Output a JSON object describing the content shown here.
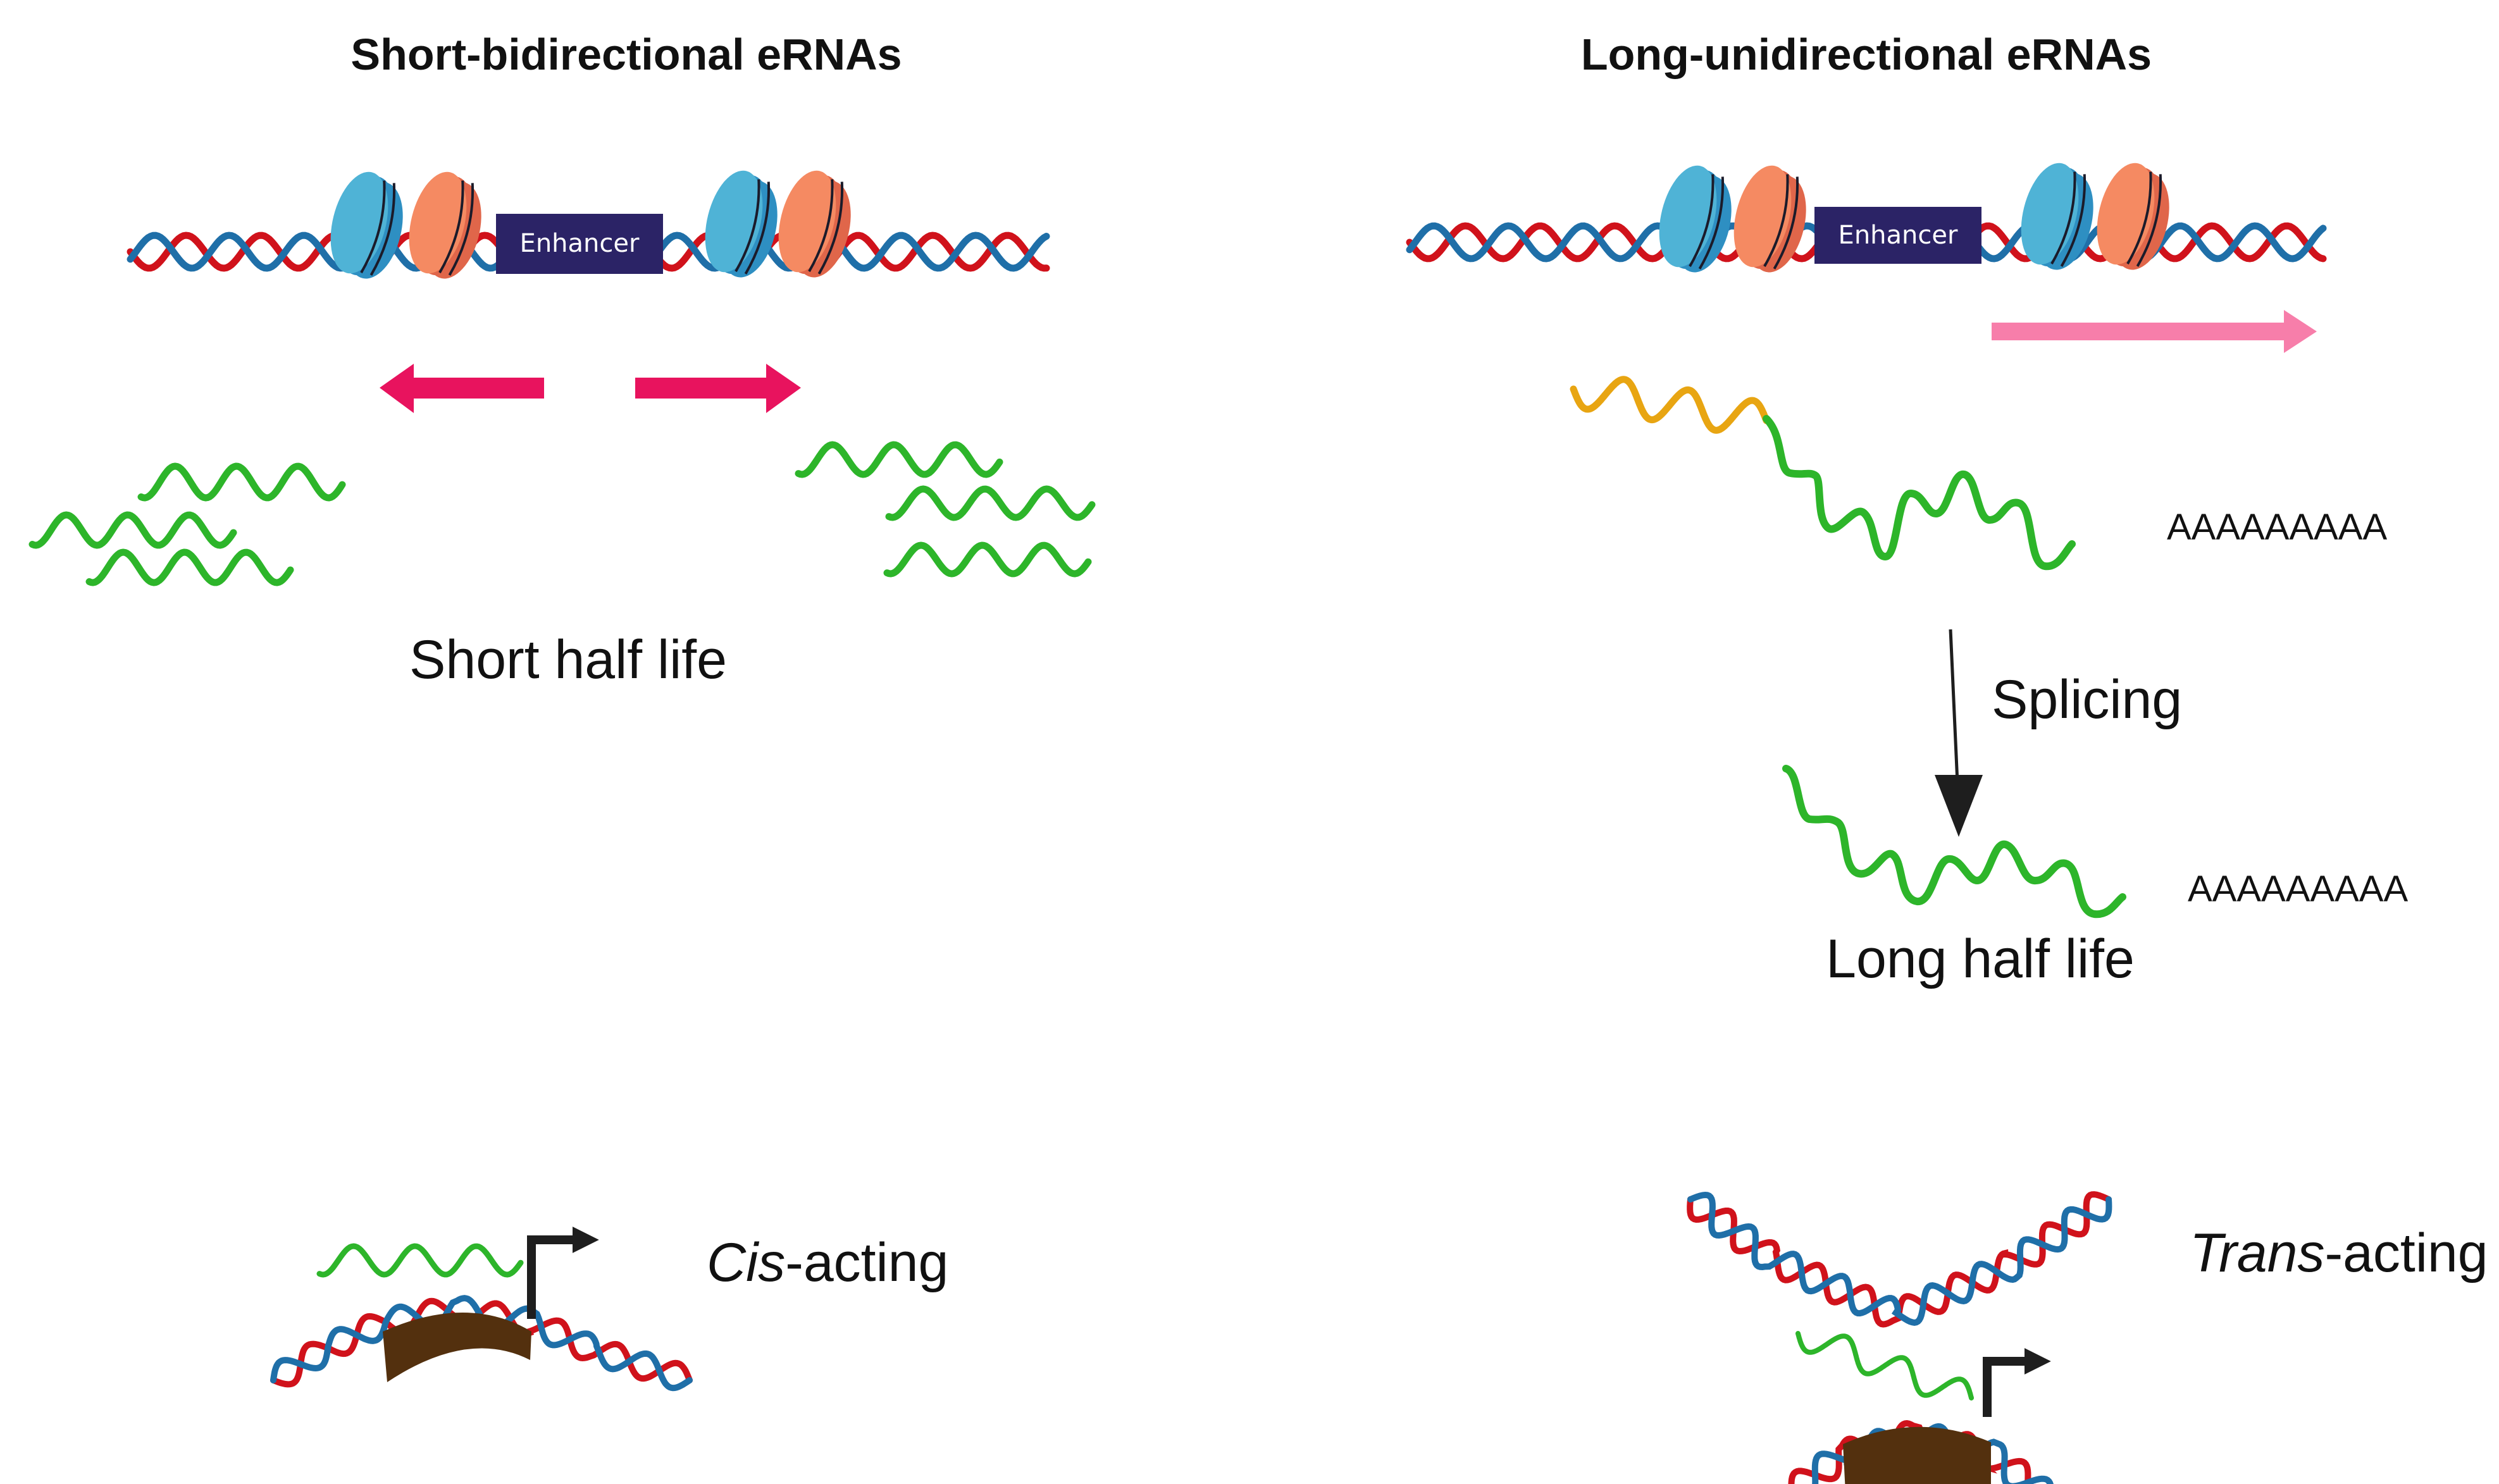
{
  "figure": {
    "left_panel": {
      "title": "Short-bidirectional eRNAs",
      "enhancer_label": "Enhancer",
      "half_life_label": "Short half life",
      "mechanism_label_italic": "Cis",
      "mechanism_label_rest": "-acting"
    },
    "right_panel": {
      "title": "Long-unidirectional eRNAs",
      "enhancer_label": "Enhancer",
      "polyA_tail_primary": "AAAAAAAAA",
      "process_label": "Splicing",
      "polyA_tail_spliced": "AAAAAAAAA",
      "half_life_label": "Long half life",
      "mechanism_label_italic": "Trans",
      "mechanism_label_rest": "-acting"
    },
    "colors": {
      "dna_strand_red": "#D0121B",
      "dna_strand_blue": "#1F6FA8",
      "nucleosome_blue": "#4FB3D6",
      "nucleosome_blue_dark": "#2E8FC2",
      "nucleosome_orange": "#F58A62",
      "nucleosome_orange_dark": "#E0664A",
      "enhancer_box": "#2B2366",
      "bidirectional_arrow": "#E8135E",
      "unidirectional_arrow": "#F77EAA",
      "erna_green": "#2DB52A",
      "exon_orange": "#E8A512",
      "protein_brown": "#53300E",
      "promoter_arrow": "#1E1E1E",
      "text": "#111111"
    }
  }
}
